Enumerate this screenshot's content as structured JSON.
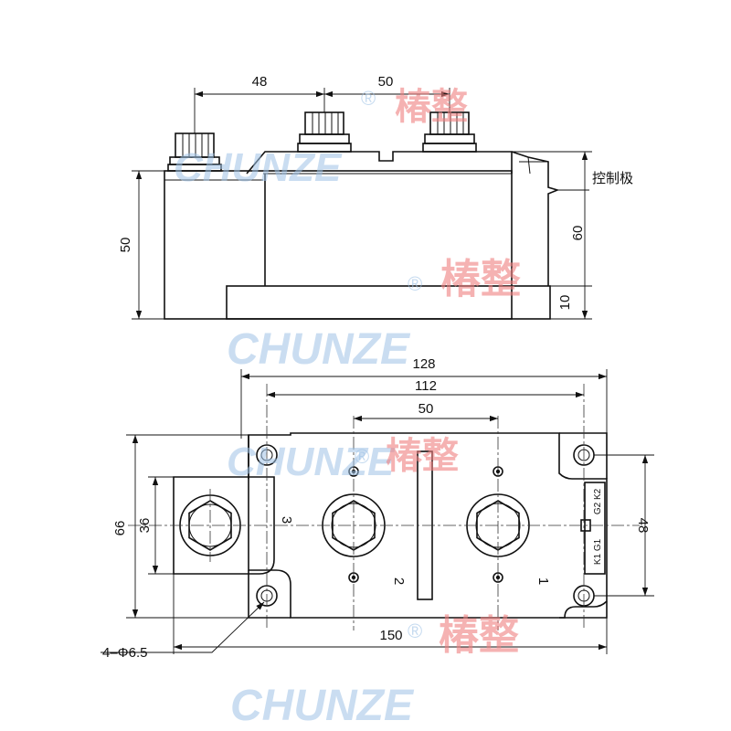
{
  "side_view": {
    "dims": {
      "top_left": "48",
      "top_right": "50",
      "height_total": "50",
      "height_right": "60",
      "base": "10"
    },
    "control_label": "控制极"
  },
  "top_view": {
    "dims": {
      "outer_width": "128",
      "inner_width": "112",
      "center_spacing": "50",
      "left_height": "66",
      "tab_height": "36",
      "right_height": "48",
      "total_width": "150",
      "hole_spec": "4–Φ6.5"
    },
    "terminals": {
      "t1": "1",
      "t2": "2",
      "t3": "3"
    },
    "gate_labels": {
      "upper": "G2 K2",
      "lower": "K1 G1"
    }
  },
  "watermark": {
    "brand": "CHUNZE",
    "reg": "®",
    "cn": "椿整"
  },
  "colors": {
    "line": "#111111",
    "watermark_blue": "#9fc3e6",
    "watermark_red": "#f08080"
  }
}
